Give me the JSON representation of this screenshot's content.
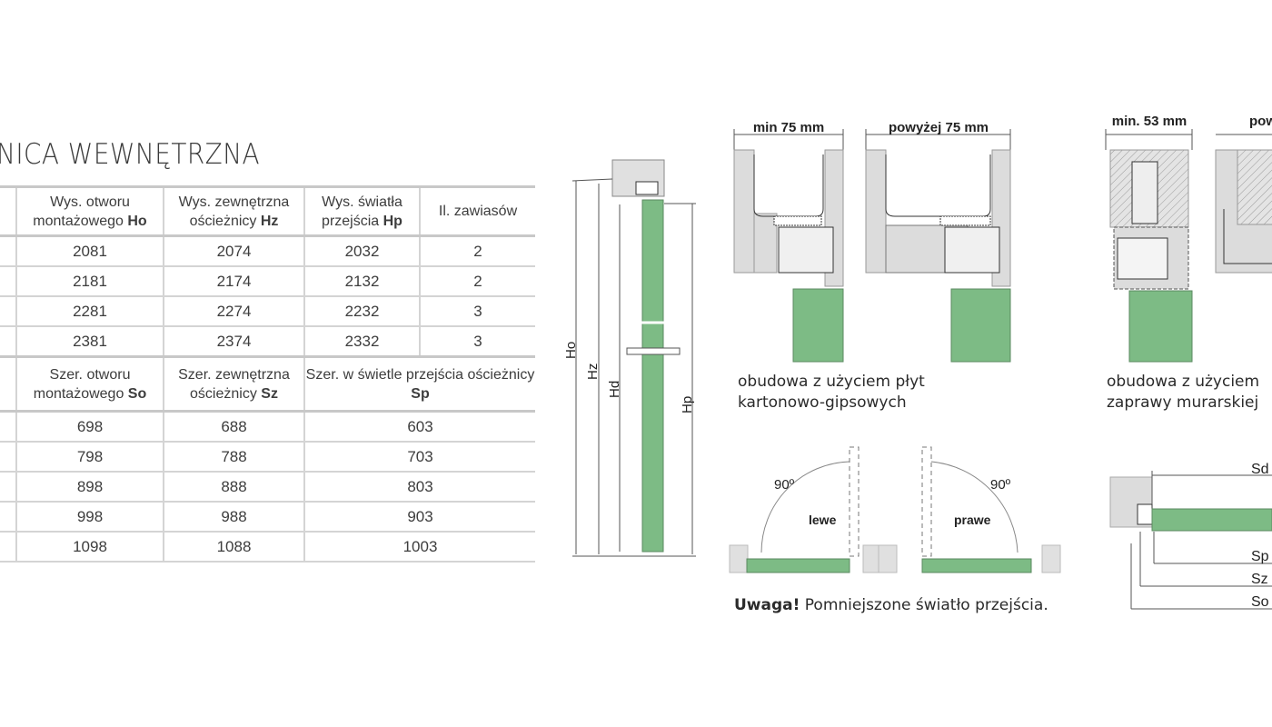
{
  "title": "NICA WEWNĘTRZNA",
  "height_table": {
    "headers": [
      {
        "text": "Wys. otworu montażowego ",
        "bold": "Ho"
      },
      {
        "text": "Wys. zewnętrzna ościeżnicy ",
        "bold": "Hz"
      },
      {
        "text": "Wys. światła przejścia ",
        "bold": "Hp"
      },
      {
        "text": "Il. zawiasów",
        "bold": ""
      }
    ],
    "rows": [
      [
        "2081",
        "2074",
        "2032",
        "2"
      ],
      [
        "2181",
        "2174",
        "2132",
        "2"
      ],
      [
        "2281",
        "2274",
        "2232",
        "3"
      ],
      [
        "2381",
        "2374",
        "2332",
        "3"
      ]
    ]
  },
  "width_table": {
    "headers": [
      {
        "text": "Szer. otworu montażowego ",
        "bold": "So"
      },
      {
        "text": "Szer. zewnętrzna ościeżnicy ",
        "bold": "Sz"
      },
      {
        "text": "Szer. w świetle przejścia ościeżnicy ",
        "bold": "Sp"
      }
    ],
    "rows": [
      [
        "698",
        "688",
        "603"
      ],
      [
        "798",
        "788",
        "703"
      ],
      [
        "898",
        "888",
        "803"
      ],
      [
        "998",
        "988",
        "903"
      ],
      [
        "1098",
        "1088",
        "1003"
      ]
    ]
  },
  "elevation": {
    "labels": {
      "ho": "Ho",
      "hz": "Hz",
      "hd": "Hd",
      "hp": "Hp"
    }
  },
  "sections": {
    "drywall_min": "min 75 mm",
    "drywall_above": "powyżej 75 mm",
    "drywall_caption_1": "obudowa  z użyciem płyt",
    "drywall_caption_2": "kartonowo-gipsowych",
    "masonry_min": "min. 53 mm",
    "masonry_above": "pow",
    "masonry_caption_1": "obudowa  z użyciem",
    "masonry_caption_2": "zaprawy murarskiej"
  },
  "swing": {
    "angle_left": "90º",
    "angle_right": "90º",
    "left": "lewe",
    "right": "prawe",
    "note_bold": "Uwaga!",
    "note": " Pomniejszone światło przejścia."
  },
  "plan": {
    "sd": "Sd",
    "sp": "Sp",
    "sz": "Sz",
    "so": "So"
  },
  "colors": {
    "leaf": "#7dbb85",
    "wall": "#dcdcdc",
    "line": "#555555"
  }
}
